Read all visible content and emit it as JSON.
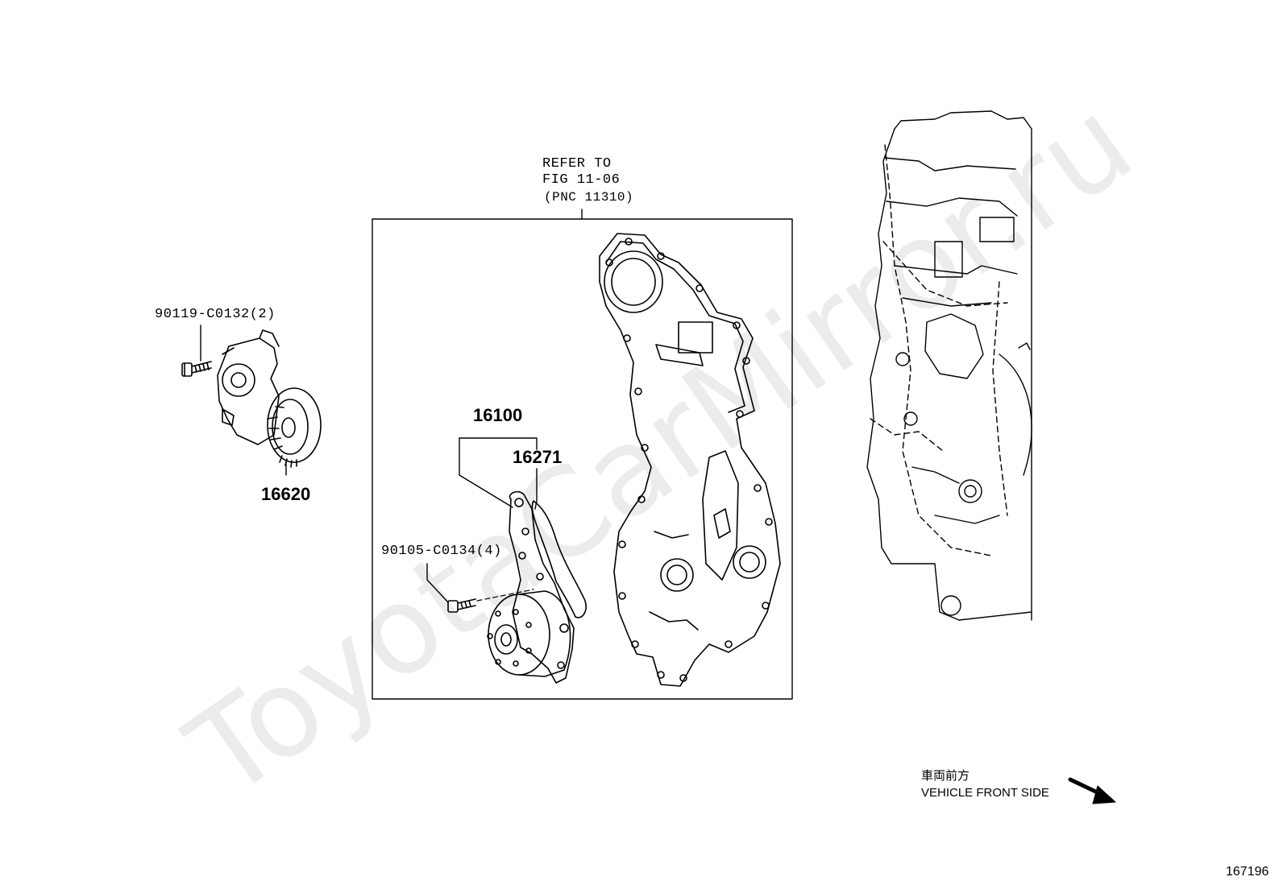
{
  "watermark": "ToyotaCarMirror.ru",
  "refer_note": {
    "line1": "REFER TO",
    "line2": "FIG 11-06",
    "line3": "(PNC 11310)"
  },
  "parts": {
    "bolt_tensioner": "90119-C0132(2)",
    "tensioner": "16620",
    "water_pump_assy": "16100",
    "gasket": "16271",
    "bolt_pump": "90105-C0134(4)"
  },
  "direction": {
    "japanese": "車両前方",
    "english": "VEHICLE FRONT SIDE"
  },
  "figure_id": "167196"
}
